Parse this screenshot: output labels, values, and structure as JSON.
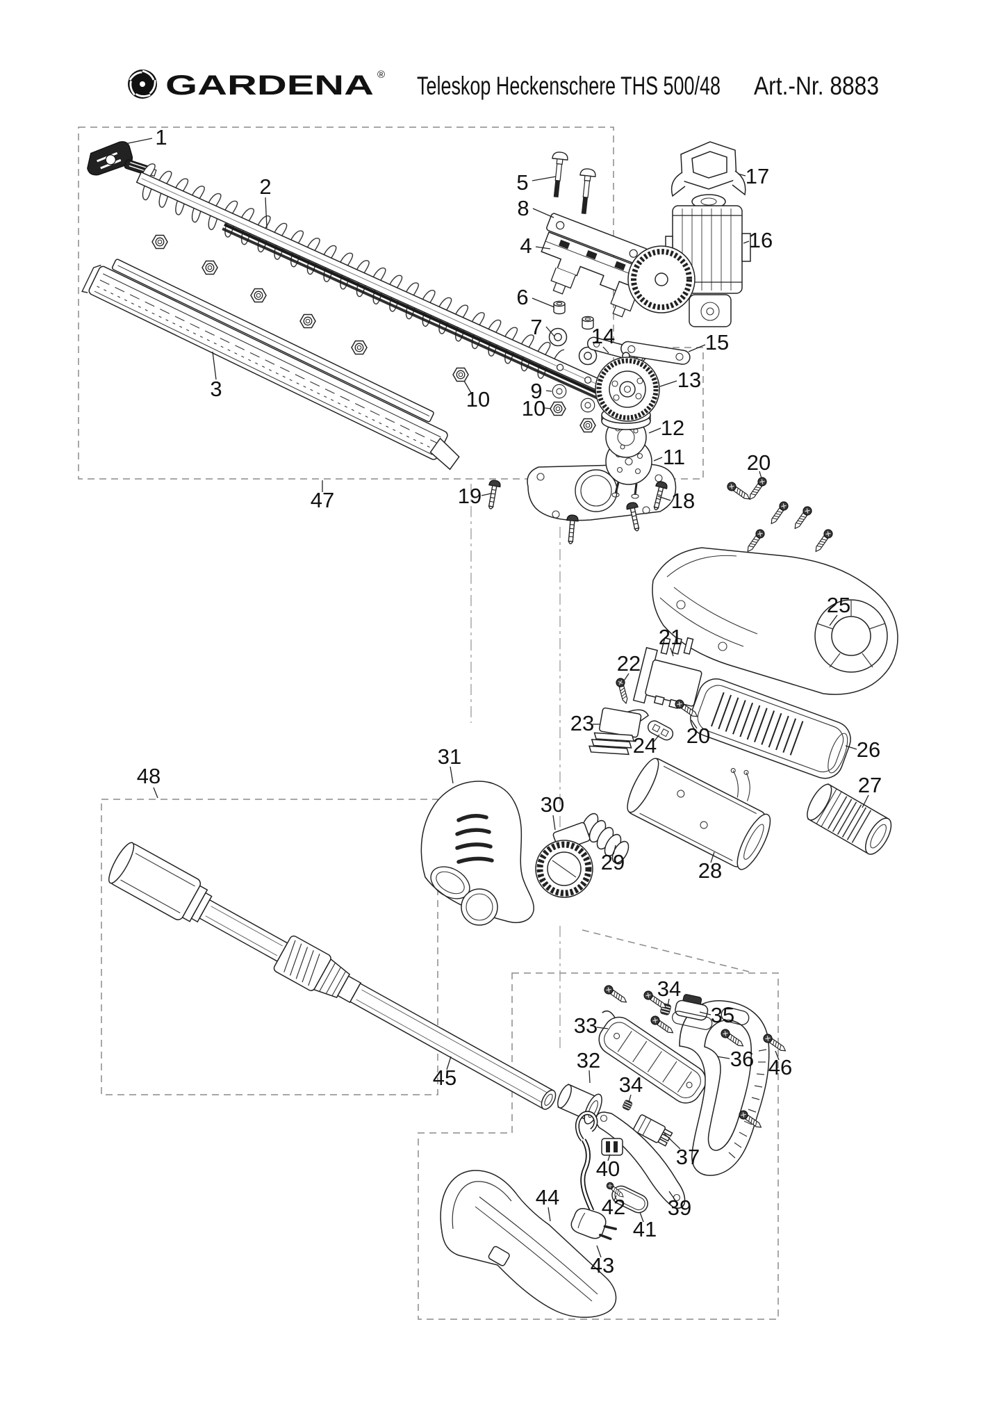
{
  "header": {
    "brand": "GARDENA",
    "registered": "®",
    "product": "Teleskop Heckenschere THS 500/48",
    "art_no": "Art.-Nr. 8883"
  },
  "diagram": {
    "type": "exploded-parts-diagram",
    "callouts": {
      "c1": "1",
      "c2": "2",
      "c3": "3",
      "c4": "4",
      "c5": "5",
      "c6": "6",
      "c7": "7",
      "c8": "8",
      "c9": "9",
      "c10a": "10",
      "c10b": "10",
      "c11": "11",
      "c12": "12",
      "c13": "13",
      "c14": "14",
      "c15": "15",
      "c16": "16",
      "c17": "17",
      "c18": "18",
      "c19": "19",
      "c20a": "20",
      "c20b": "20",
      "c21": "21",
      "c22": "22",
      "c23": "23",
      "c24": "24",
      "c25": "25",
      "c26": "26",
      "c27": "27",
      "c28": "28",
      "c29": "29",
      "c30": "30",
      "c31": "31",
      "c32": "32",
      "c33": "33",
      "c34a": "34",
      "c34b": "34",
      "c35": "35",
      "c36": "36",
      "c37": "37",
      "c39": "39",
      "c40": "40",
      "c41": "41",
      "c42": "42",
      "c43": "43",
      "c44": "44",
      "c45": "45",
      "c46": "46",
      "c47": "47",
      "c48": "48"
    }
  }
}
